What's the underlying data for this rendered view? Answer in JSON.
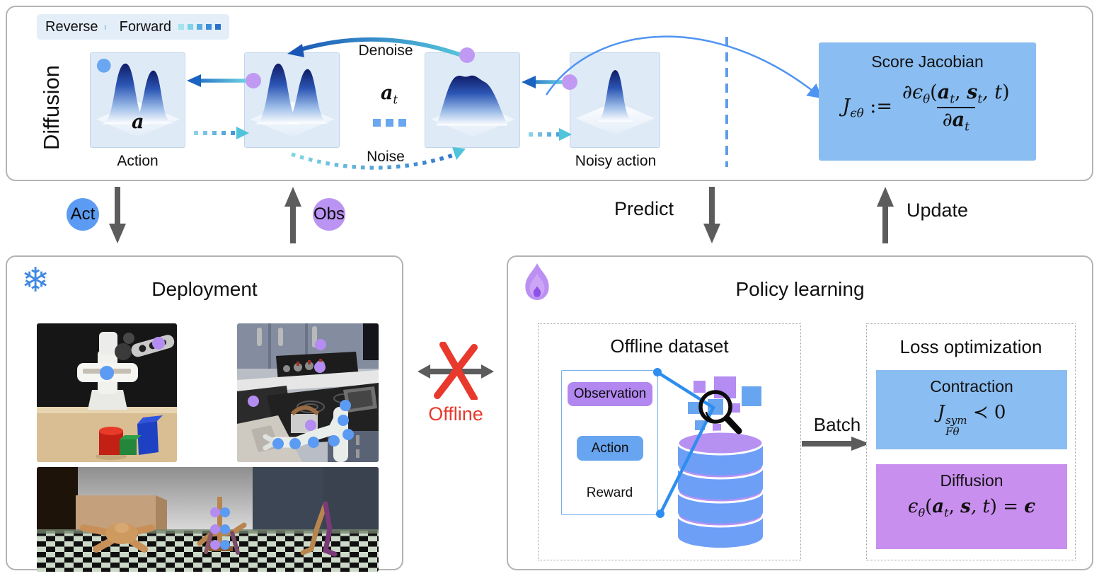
{
  "colors": {
    "accent_blue": "#6aa7f0",
    "accent_purple": "#b48cf2",
    "score_box_blue": "#8abdf1",
    "diffusion_box_purple": "#c98fee",
    "arrow_gray": "#5c5c5c",
    "offline_red": "#e8392c",
    "reverse_gradient": [
      "#8fe0ec",
      "#1f6fc4"
    ],
    "panel_bg": "#dfeaf7"
  },
  "diffusion_panel": {
    "axis_label": "Diffusion",
    "legend": {
      "reverse": "Reverse",
      "forward": "Forward"
    },
    "denoise_label": "Denoise",
    "noise_label": "Noise",
    "action_caption": "Action",
    "noisy_action_caption": "Noisy action",
    "a_label": [
      {
        "t": "a",
        "s": "bi"
      }
    ],
    "a_t_label": [
      {
        "t": "a",
        "s": "bi"
      },
      {
        "t": "t",
        "s": "sub"
      }
    ],
    "score_jacobian": {
      "title": "Score Jacobian",
      "lhs": [
        {
          "t": "J",
          "s": "it"
        },
        {
          "t": "ϵθ",
          "s": "sub"
        },
        {
          "t": " := ",
          "s": "norm"
        }
      ],
      "num": [
        {
          "t": "∂ϵ",
          "s": "it"
        },
        {
          "t": "θ",
          "s": "sub"
        },
        {
          "t": "(",
          "s": "norm"
        },
        {
          "t": "a",
          "s": "bi"
        },
        {
          "t": "t",
          "s": "sub"
        },
        {
          "t": ", ",
          "s": "norm"
        },
        {
          "t": "s",
          "s": "bi"
        },
        {
          "t": "t",
          "s": "sub"
        },
        {
          "t": ", t",
          "s": "it"
        },
        {
          "t": ")",
          "s": "norm"
        }
      ],
      "den": [
        {
          "t": "∂",
          "s": "it"
        },
        {
          "t": "a",
          "s": "bi"
        },
        {
          "t": "t",
          "s": "sub"
        }
      ]
    }
  },
  "flow": {
    "act": "Act",
    "obs": "Obs",
    "predict": "Predict",
    "update": "Update"
  },
  "deployment": {
    "title": "Deployment",
    "snowflake_glyph": "❄"
  },
  "offline_link": {
    "label": "Offline"
  },
  "policy": {
    "title": "Policy learning",
    "offline_dataset": {
      "title": "Offline dataset",
      "fields": [
        "Observation",
        "Action",
        "Reward"
      ]
    },
    "batch_label": "Batch",
    "loss": {
      "title": "Loss optimization",
      "contraction": {
        "title": "Contraction",
        "formula": [
          {
            "t": "J",
            "s": "it",
            "sup": "sym",
            "sub2": "Fθ"
          },
          {
            "t": " ≺ 0",
            "s": "norm"
          }
        ]
      },
      "diffusion": {
        "title": "Diffusion",
        "formula": [
          {
            "t": "ϵ",
            "s": "it"
          },
          {
            "t": "θ",
            "s": "sub"
          },
          {
            "t": "(",
            "s": "norm"
          },
          {
            "t": "a",
            "s": "bi"
          },
          {
            "t": "t",
            "s": "sub"
          },
          {
            "t": ", ",
            "s": "norm"
          },
          {
            "t": "s",
            "s": "bi"
          },
          {
            "t": ", t",
            "s": "it"
          },
          {
            "t": ") = ",
            "s": "norm"
          },
          {
            "t": "ϵ",
            "s": "bi"
          }
        ]
      }
    }
  }
}
